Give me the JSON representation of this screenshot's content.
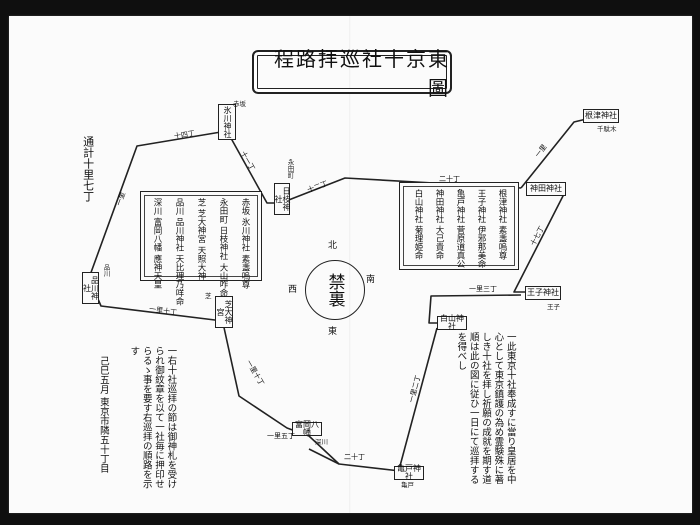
{
  "map": {
    "title": "東京十社巡拝路程圖",
    "total_distance": "通計十里七丁",
    "center": {
      "label": "禁裏",
      "north": "北",
      "south": "南",
      "east": "東",
      "west": "西"
    },
    "route_shrines": [
      {
        "id": "hikawa",
        "label": "氷川神社",
        "note": "赤坂"
      },
      {
        "id": "hie",
        "label": "日枝神社",
        "note": "永田町"
      },
      {
        "id": "kanda",
        "label": "神田神社",
        "note": ""
      },
      {
        "id": "nezu",
        "label": "根津神社",
        "note": "千駄木"
      },
      {
        "id": "oji",
        "label": "王子神社",
        "note": "王子"
      },
      {
        "id": "hakusan",
        "label": "白山神社",
        "note": ""
      },
      {
        "id": "kameido",
        "label": "亀戸神社",
        "note": "亀戸"
      },
      {
        "id": "tomioka",
        "label": "富岡八幡",
        "note": "深川"
      },
      {
        "id": "shiba",
        "label": "芝大神宮",
        "note": "芝"
      },
      {
        "id": "shinagawa",
        "label": "品川神社",
        "note": "品川"
      }
    ],
    "left_box_columns": [
      "赤坂 氷川神社 素盞嗚尊",
      "永田町 日枝神社 大山咋命",
      "芝 芝大神宮 天照大神",
      "品川 品川神社 天比理乃咩命",
      "深川 富岡八幡 應神天皇"
    ],
    "right_box_columns": [
      "根津神社 素盞嗚尊",
      "王子神社 伊邪那美命",
      "亀戸神社 菅原道真公",
      "神田神社 大己貴命",
      "白山神社 菊理姫命"
    ],
    "distances": [
      "一里",
      "十四丁",
      "十一丁",
      "十二丁",
      "二十丁",
      "一里",
      "十七丁",
      "一里三丁",
      "一里二丁",
      "二十丁",
      "一里十丁",
      "一里十丁",
      "一里五丁"
    ],
    "right_text": "一此東京十社奉成すに當り皇居を中心として東京鎮護の為め霊験殊に著しき十社を拝し祈願の成就を期す道順は此の図に従ひ一日にて巡拝するを得べし",
    "left_text": "一右十社巡拝の節は御神札を受けられ御紋章を以て一社毎に押印せらるゝ事を要す右巡拝の順路を示す",
    "date_line": "己巳五月 東京市隣五十丁目",
    "accent_colors": {
      "ink": "#111111",
      "paper": "#fbfbfb",
      "frame": "#0f0f0f"
    }
  }
}
